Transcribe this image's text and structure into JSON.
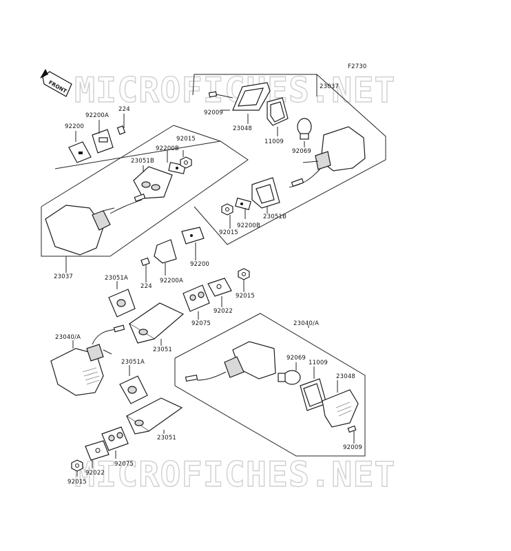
{
  "figure_code": "F2730",
  "watermark": "MICROFICHES.NET",
  "front_marker": "FRONT",
  "callouts": [
    {
      "text": "23037"
    },
    {
      "text": "92009"
    },
    {
      "text": "23048"
    },
    {
      "text": "11009"
    },
    {
      "text": "92069"
    },
    {
      "text": "224"
    },
    {
      "text": "92200A"
    },
    {
      "text": "92200"
    },
    {
      "text": "92015"
    },
    {
      "text": "92200B"
    },
    {
      "text": "23051B"
    },
    {
      "text": "23051B"
    },
    {
      "text": "92200B"
    },
    {
      "text": "92015"
    },
    {
      "text": "23037"
    },
    {
      "text": "92200"
    },
    {
      "text": "224"
    },
    {
      "text": "92200A"
    },
    {
      "text": "23051A"
    },
    {
      "text": "92015"
    },
    {
      "text": "92022"
    },
    {
      "text": "92075"
    },
    {
      "text": "23051"
    },
    {
      "text": "23040/A"
    },
    {
      "text": "23040/A"
    },
    {
      "text": "92069"
    },
    {
      "text": "11009"
    },
    {
      "text": "23048"
    },
    {
      "text": "23051A"
    },
    {
      "text": "23051"
    },
    {
      "text": "92009"
    },
    {
      "text": "92075"
    },
    {
      "text": "92022"
    },
    {
      "text": "92015"
    }
  ]
}
